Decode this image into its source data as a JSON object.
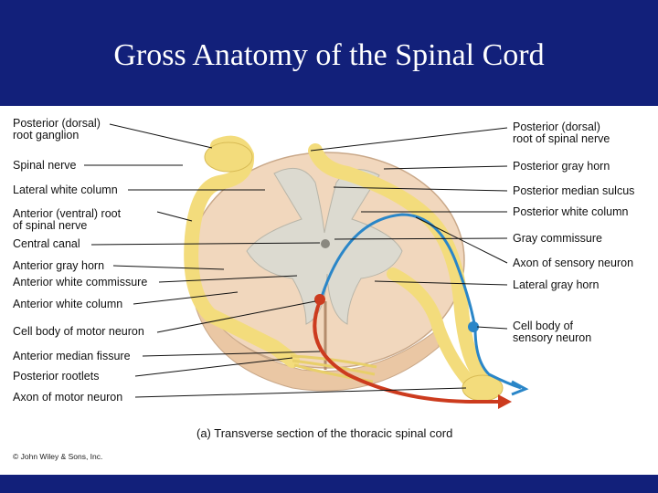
{
  "title": "Gross Anatomy of the Spinal Cord",
  "labels_left": {
    "posterior_root_ganglion": [
      "Posterior (dorsal)",
      "root ganglion"
    ],
    "spinal_nerve": "Spinal nerve",
    "lateral_white_column": "Lateral white column",
    "anterior_root": [
      "Anterior (ventral) root",
      "of spinal nerve"
    ],
    "central_canal": "Central canal",
    "anterior_gray_horn": "Anterior gray horn",
    "anterior_white_commissure": "Anterior white commissure",
    "anterior_white_column": "Anterior white column",
    "cell_body_motor_neuron": "Cell body of motor neuron",
    "anterior_median_fissure": "Anterior median fissure",
    "posterior_rootlets": "Posterior rootlets",
    "axon_motor_neuron": "Axon of motor neuron"
  },
  "labels_right": {
    "posterior_root": [
      "Posterior (dorsal)",
      "root of spinal nerve"
    ],
    "posterior_gray_horn": "Posterior gray horn",
    "posterior_median_sulcus": "Posterior median sulcus",
    "posterior_white_column": "Posterior white column",
    "gray_commissure": "Gray commissure",
    "axon_sensory_neuron": "Axon of sensory neuron",
    "lateral_gray_horn": "Lateral gray horn",
    "cell_body_sensory_neuron": [
      "Cell body of",
      "sensory neuron"
    ]
  },
  "caption": "(a) Transverse section of the thoracic spinal cord",
  "copyright": "© John Wiley & Sons, Inc.",
  "colors": {
    "title_bar": "#12207a",
    "nerve_yellow": "#f3dc7c",
    "white_matter": "#f1d7bd",
    "gray_matter": "#dcdad0",
    "sensory_blue": "#2a86c8",
    "motor_red": "#cc3b1e"
  }
}
